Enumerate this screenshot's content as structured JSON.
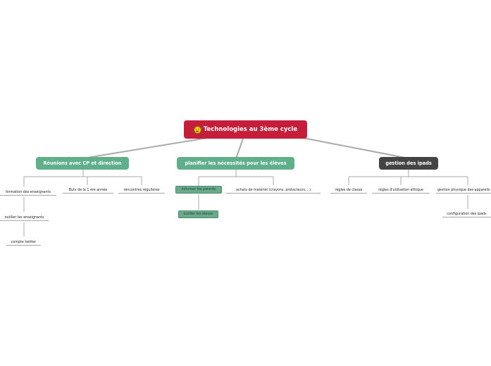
{
  "root": {
    "label": "Technologies au 3ème cycle",
    "icon": "smiley-icon",
    "color": "#c41e3a"
  },
  "branches": [
    {
      "label": "Réunions avec CP et direction",
      "color": "#5fb08a",
      "children": [
        {
          "label": "formation des enseignants",
          "children": [
            {
              "label": "outiller les enseignants",
              "children": [
                {
                  "label": "compte twitter"
                }
              ]
            }
          ]
        },
        {
          "label": "Buts de la 1 ère année"
        },
        {
          "label": "rencontres régulieres"
        }
      ]
    },
    {
      "label": "planifier les nécessités pour les élèves",
      "color": "#5fb08a",
      "children": [
        {
          "label": "informer les parents",
          "children": [
            {
              "label": "outiller les élèves"
            }
          ]
        },
        {
          "label": "achats  de matériel (crayons, protecteurs,...)"
        }
      ]
    },
    {
      "label": "gestion des ipads",
      "color": "#444444",
      "children": [
        {
          "label": "règles de classe"
        },
        {
          "label": "règles d'utilisation éthique"
        },
        {
          "label": "gestion  physique des appareils",
          "children": [
            {
              "label": "configuration des ipads"
            }
          ]
        }
      ]
    }
  ]
}
